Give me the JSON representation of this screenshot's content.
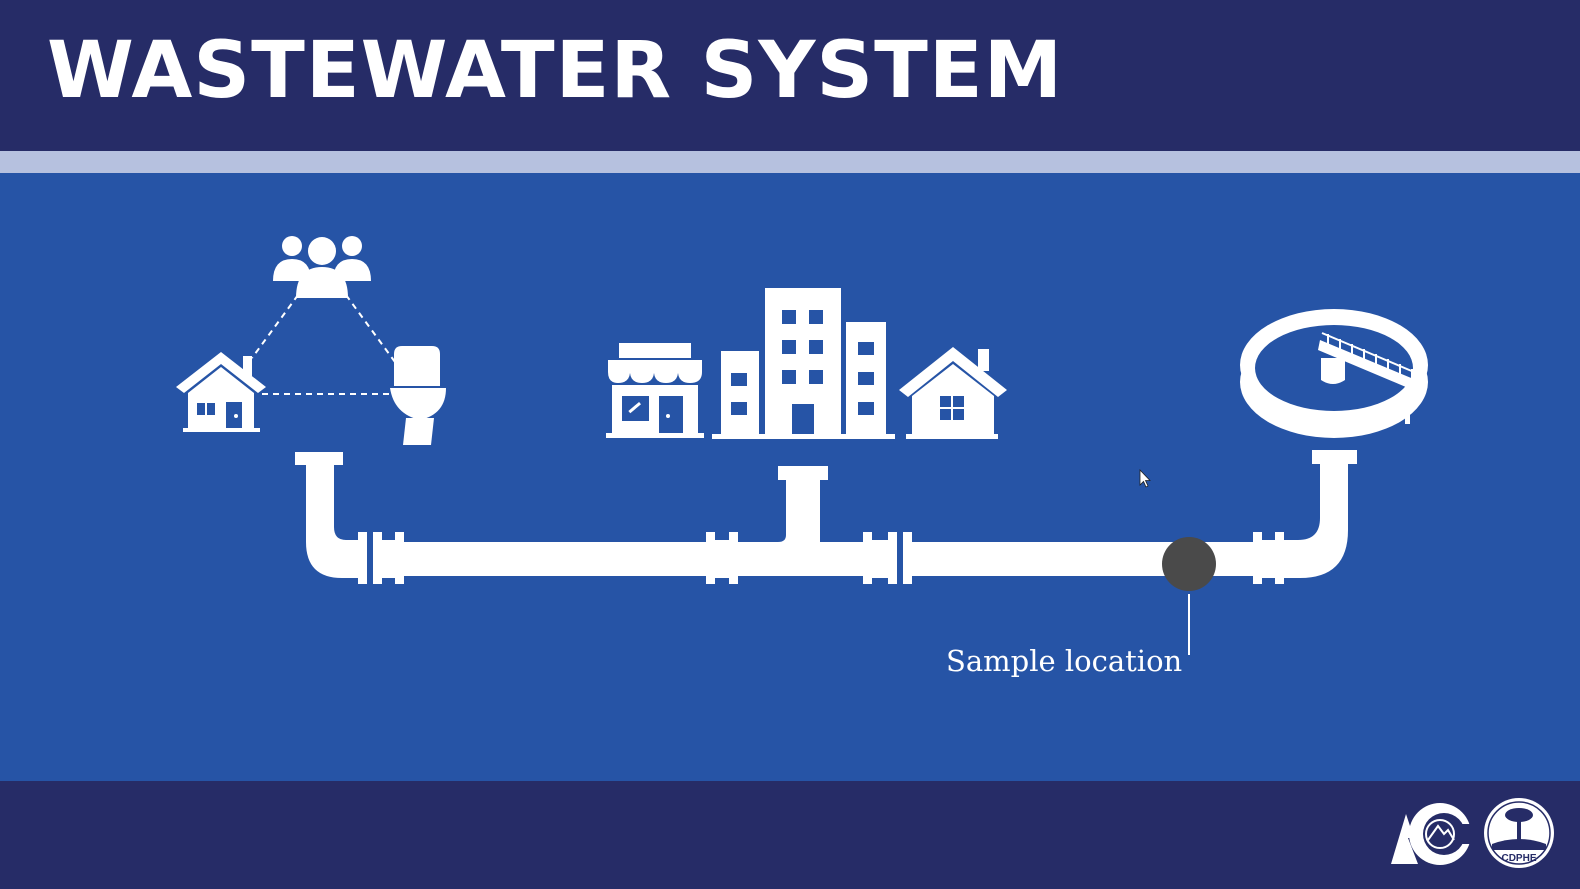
{
  "slide": {
    "title": "WASTEWATER SYSTEM",
    "sample_label": "Sample location",
    "logo_text": "CDPHE",
    "colors": {
      "header": "#262c67",
      "stripe": "#b6c1df",
      "main": "#2654a6",
      "foreground": "#ffffff",
      "sample_marker": "#4a4a4a"
    },
    "icons": [
      "people-group-icon",
      "house-icon",
      "toilet-icon",
      "storefront-icon",
      "office-building-icon",
      "house-icon",
      "treatment-plant-icon",
      "colorado-logo-icon",
      "cdphe-seal-icon",
      "cursor-icon"
    ]
  }
}
